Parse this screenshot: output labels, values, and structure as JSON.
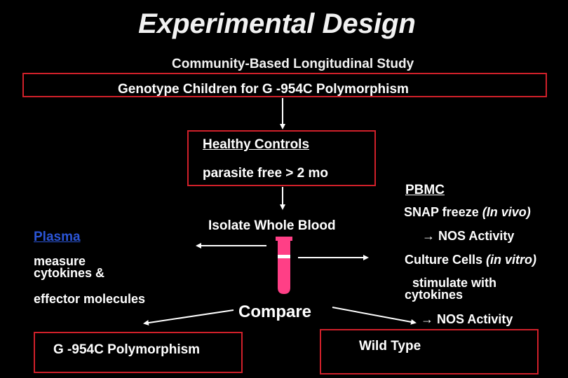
{
  "title": "Experimental Design",
  "study_label": "Community-Based Longitudinal Study",
  "genotype_label": "Genotype Children for G -954C Polymorphism",
  "healthy_controls": {
    "heading": "Healthy Controls",
    "criteria": "parasite free > 2 mo"
  },
  "isolate_label": "Isolate Whole Blood",
  "plasma": {
    "heading": "Plasma",
    "line1": "measure",
    "line2": "cytokines &",
    "line3": "effector molecules"
  },
  "pbmc": {
    "heading": "PBMC",
    "snap_label": "SNAP freeze ",
    "snap_qualifier": "(In vivo)",
    "nos1": "→ NOS Activity",
    "culture_label": "Culture Cells ",
    "culture_qualifier": "(in vitro)",
    "stim1": "stimulate with",
    "stim2": "cytokines",
    "nos2": "→ NOS Activity"
  },
  "compare_label": "Compare",
  "polymorphism_box": "G -954C Polymorphism",
  "wildtype_box": "Wild Type",
  "colors": {
    "background": "#000000",
    "box_border": "#d0202a",
    "plasma_heading": "#2b55d6",
    "tube": "#ff3f86"
  }
}
